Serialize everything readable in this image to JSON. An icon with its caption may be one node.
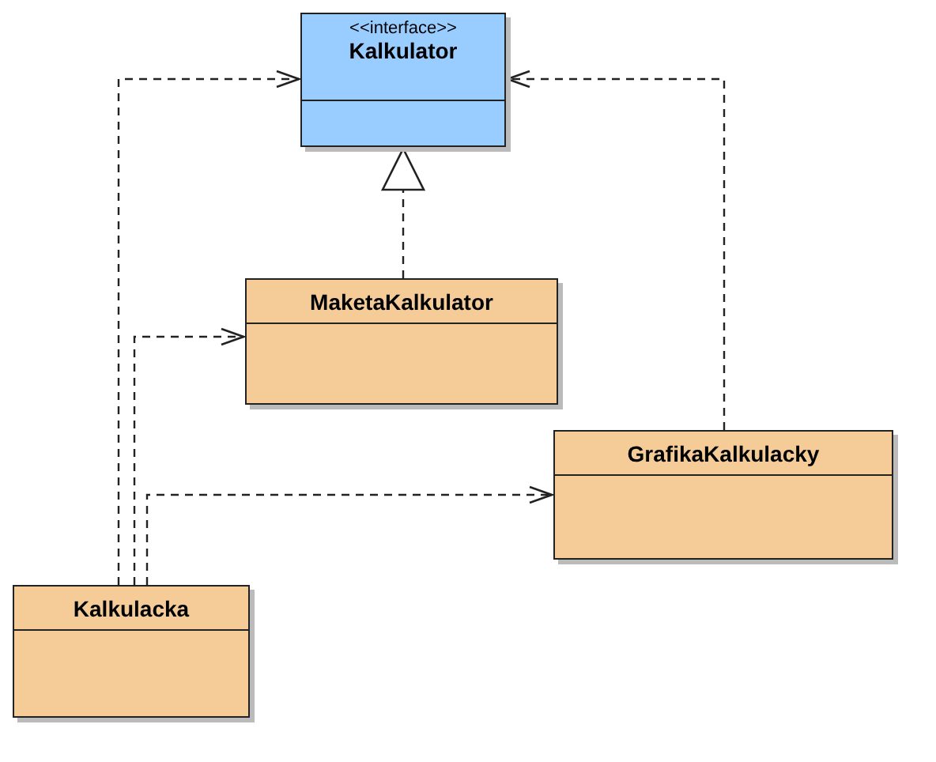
{
  "diagram": {
    "nodes": [
      {
        "text": [
          "<<interface>>",
          "Kalkulator"
        ]
      },
      {
        "text": [
          "MaketaKalkulator"
        ]
      },
      {
        "text": [
          "GrafikaKalkulacky"
        ]
      },
      {
        "text": [
          "Kalkulacka"
        ]
      }
    ],
    "edges": [
      {
        "from": 1,
        "to": 0,
        "arrow": "to",
        "style": "dashed"
      },
      {
        "from": 3,
        "to": 0,
        "arrow": "to",
        "style": "dashed"
      },
      {
        "from": 3,
        "to": 1,
        "arrow": "to",
        "style": "dashed"
      },
      {
        "from": 3,
        "to": 2,
        "arrow": "to",
        "style": "dashed"
      },
      {
        "from": 2,
        "to": 0,
        "arrow": "to",
        "style": "dashed"
      }
    ]
  }
}
